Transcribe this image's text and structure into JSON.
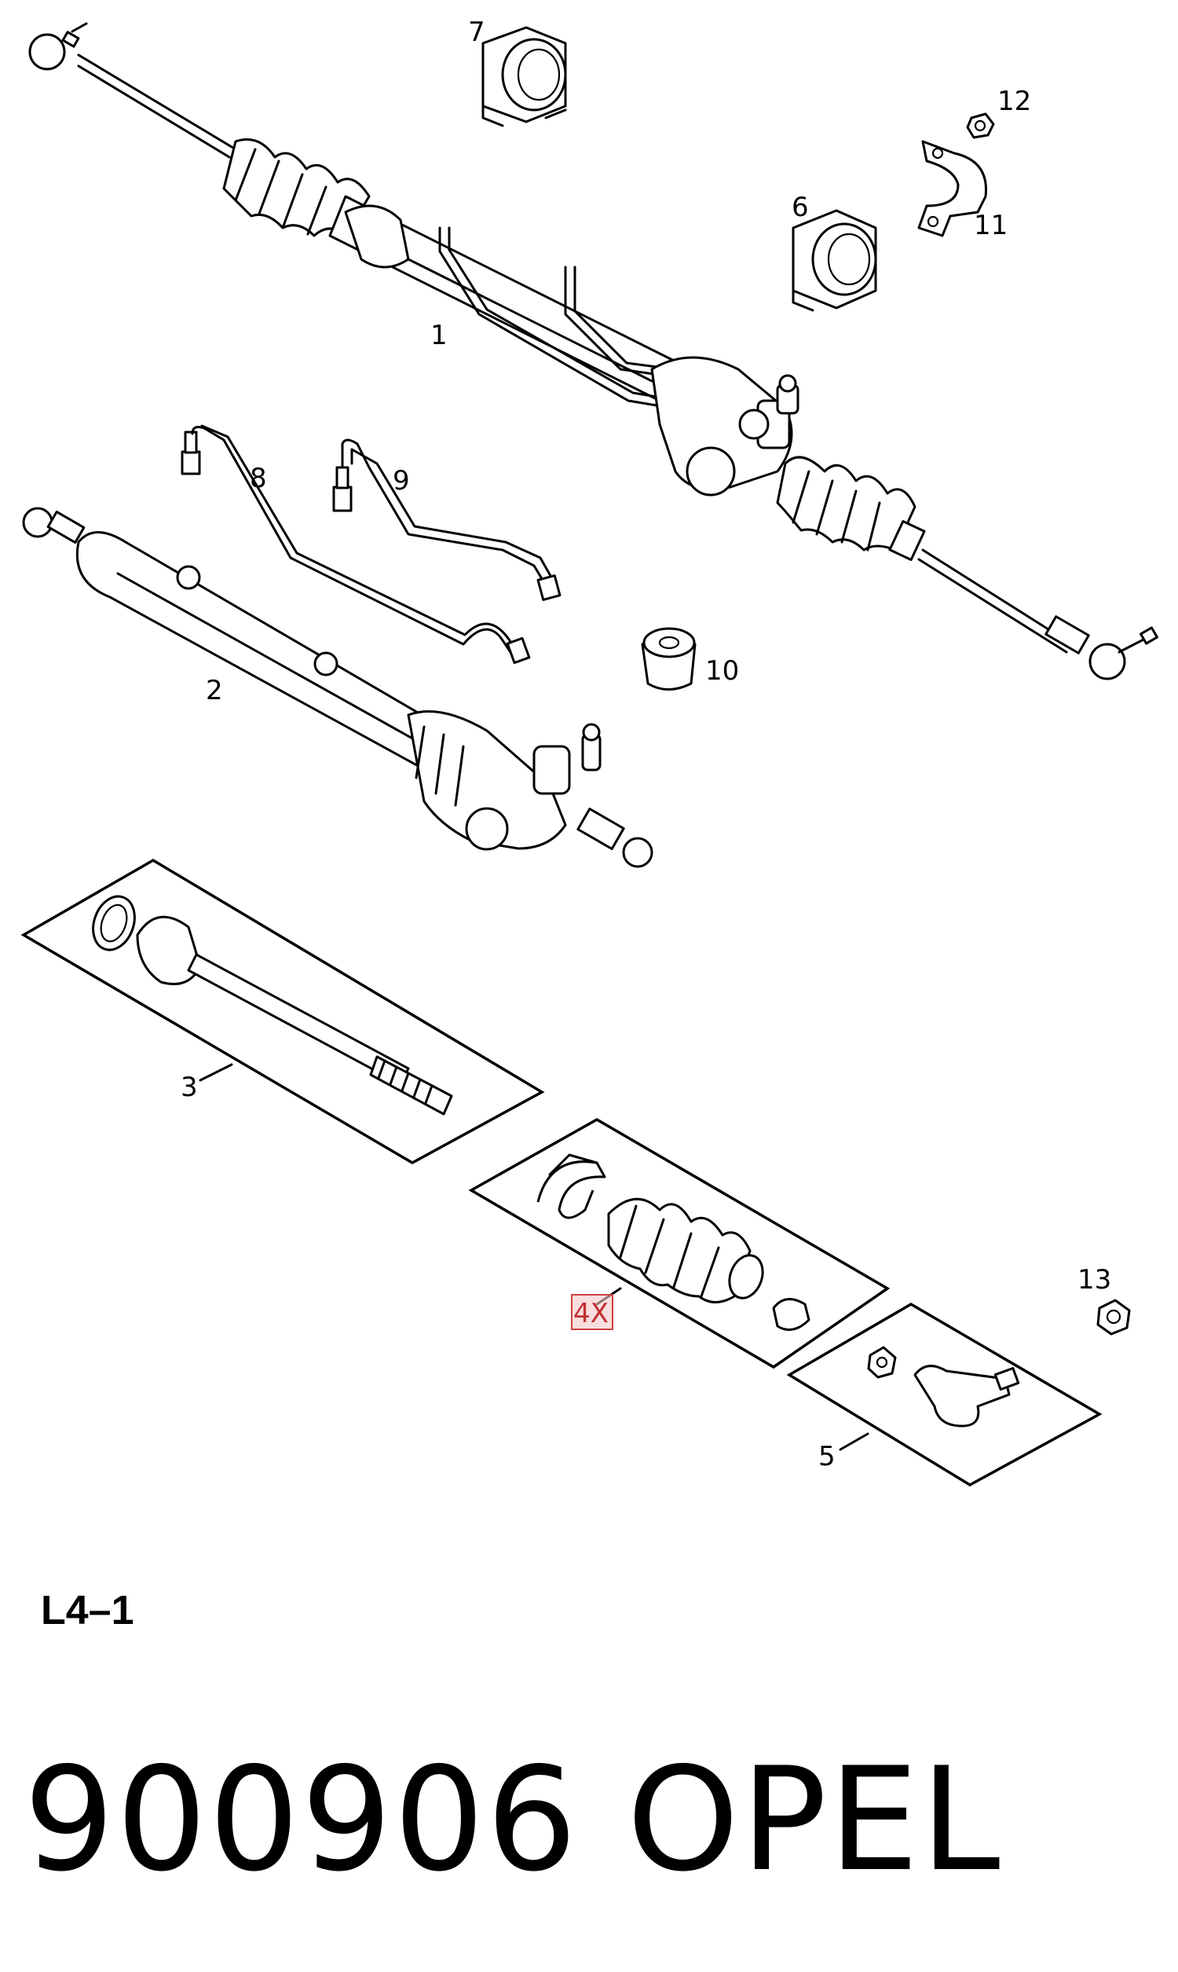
{
  "callouts": {
    "c1": "1",
    "c2": "2",
    "c3": "3",
    "c4x": "4X",
    "c5": "5",
    "c6": "6",
    "c7": "7",
    "c8": "8",
    "c9": "9",
    "c10": "10",
    "c11": "11",
    "c12": "12",
    "c13": "13"
  },
  "group_code": "L4–1",
  "part_number": "900906",
  "brand": "OPEL",
  "colors": {
    "line": "#000000",
    "highlight": "#c03030"
  }
}
